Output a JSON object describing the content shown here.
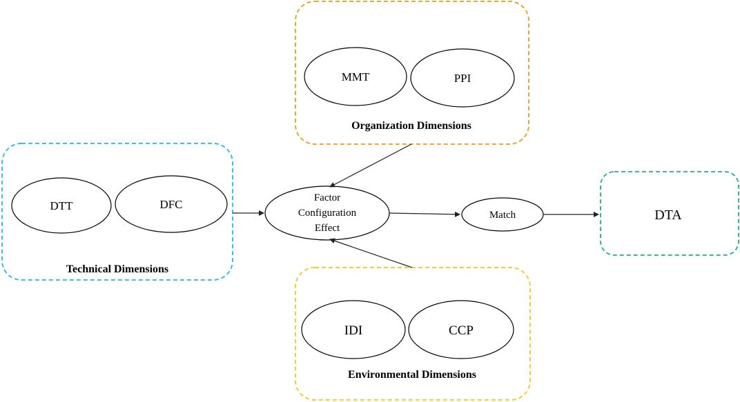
{
  "groups": {
    "technical": {
      "label": "Technical Dimensions",
      "color": "#29b6e8",
      "nodes": [
        "DTT",
        "DFC"
      ]
    },
    "organization": {
      "label": "Organization Dimensions",
      "color": "#e0a020",
      "nodes": [
        "MMT",
        "PPI"
      ]
    },
    "environmental": {
      "label": "Environmental Dimensions",
      "color": "#f2c824",
      "nodes": [
        "IDI",
        "CCP"
      ]
    },
    "outcome": {
      "label": "DTA",
      "color": "#22b07a"
    }
  },
  "center": {
    "line1": "Factor",
    "line2": "Configuration",
    "line3": "Effect"
  },
  "match": {
    "label": "Match"
  },
  "colors": {
    "stroke": "#000000",
    "arrow": "#333333"
  }
}
